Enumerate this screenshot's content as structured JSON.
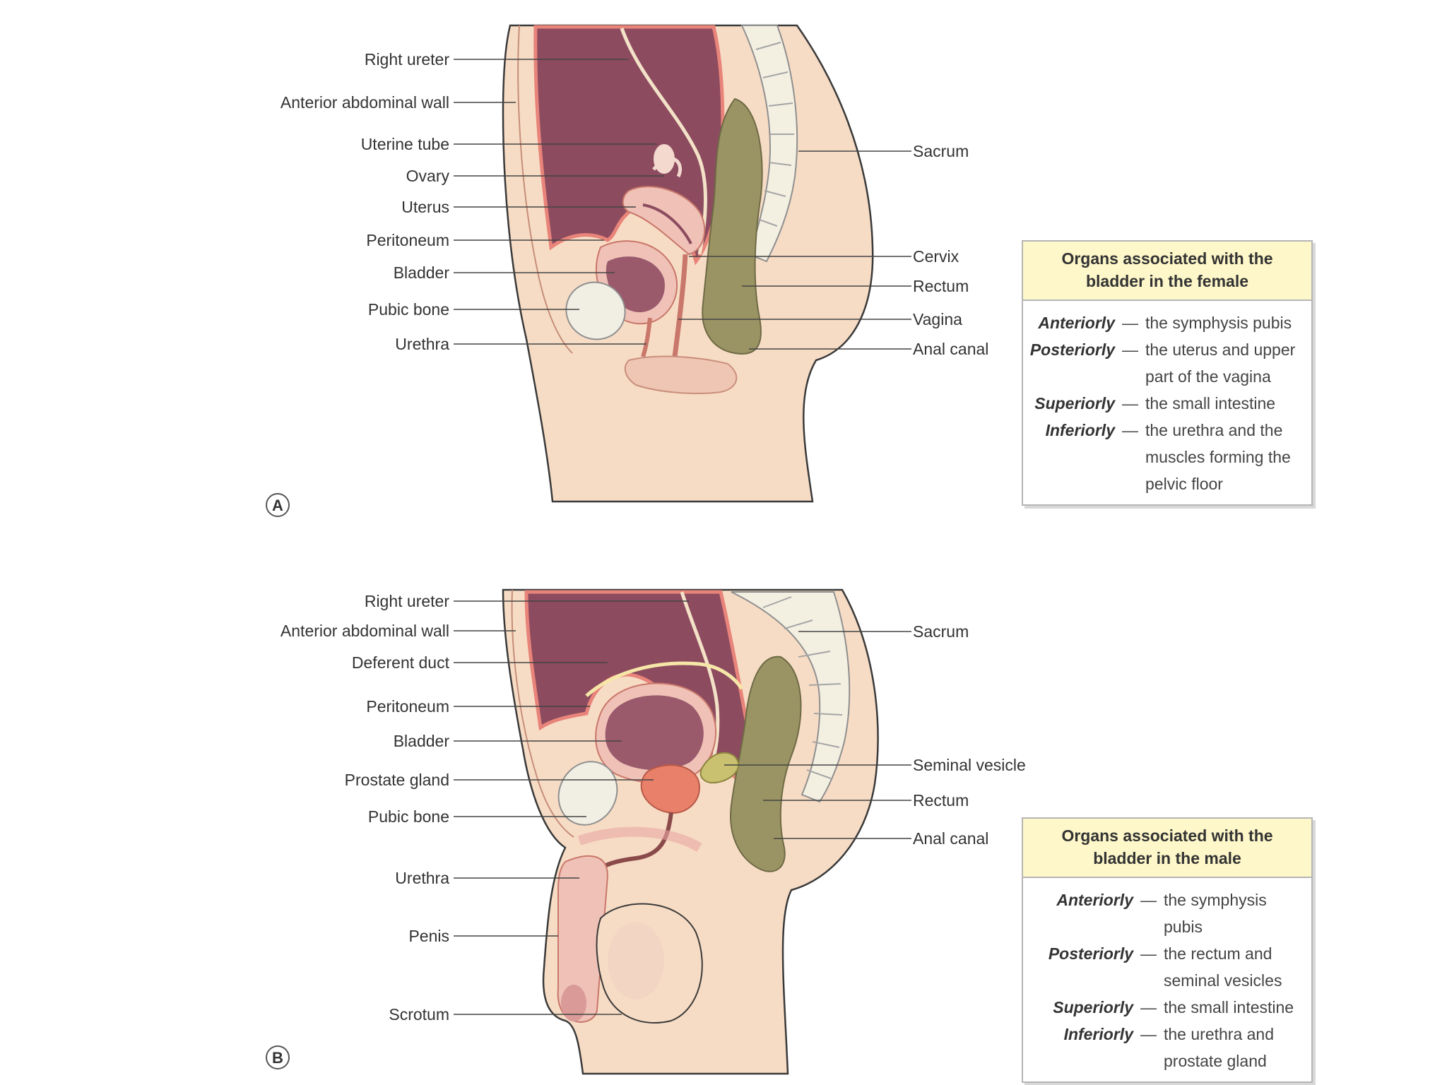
{
  "panel_a": {
    "letter": "A",
    "left_labels": [
      "Right ureter",
      "Anterior abdominal wall",
      "Uterine tube",
      "Ovary",
      "Uterus",
      "Peritoneum",
      "Bladder",
      "Pubic bone",
      "Urethra"
    ],
    "right_labels": [
      "Sacrum",
      "Cervix",
      "Rectum",
      "Vagina",
      "Anal canal"
    ],
    "box": {
      "title": "Organs associated with the bladder in the female",
      "rows": [
        {
          "dir": "Anteriorly",
          "text": "the symphysis pubis"
        },
        {
          "dir": "Posteriorly",
          "text": "the uterus and upper part of the vagina"
        },
        {
          "dir": "Superiorly",
          "text": "the small intestine"
        },
        {
          "dir": "Inferiorly",
          "text": "the urethra and the muscles forming the pelvic floor"
        }
      ]
    }
  },
  "panel_b": {
    "letter": "B",
    "left_labels": [
      "Right ureter",
      "Anterior abdominal wall",
      "Deferent duct",
      "Peritoneum",
      "Bladder",
      "Prostate gland",
      "Pubic bone",
      "Urethra",
      "Penis",
      "Scrotum"
    ],
    "right_labels": [
      "Sacrum",
      "Seminal vesicle",
      "Rectum",
      "Anal canal"
    ],
    "box": {
      "title": "Organs associated with the bladder in the male",
      "rows": [
        {
          "dir": "Anteriorly",
          "text": "the symphysis pubis"
        },
        {
          "dir": "Posteriorly",
          "text": "the rectum and seminal vesicles"
        },
        {
          "dir": "Superiorly",
          "text": "the small intestine"
        },
        {
          "dir": "Inferiorly",
          "text": "the urethra and prostate gland"
        }
      ]
    }
  },
  "dash": "—",
  "colors": {
    "skin": "#f7dcc5",
    "skin_outline": "#3a3a3a",
    "cavity": "#8c4b5f",
    "peritoneum": "#e8847a",
    "bladder_wall": "#efc1b7",
    "bladder_lumen": "#9b5a6c",
    "rectum": "#9a9464",
    "bone": "#f3f0e2",
    "pubic_bone": "#f1efe4",
    "prostate": "#e8806a",
    "box_header": "#fdf7c9"
  }
}
